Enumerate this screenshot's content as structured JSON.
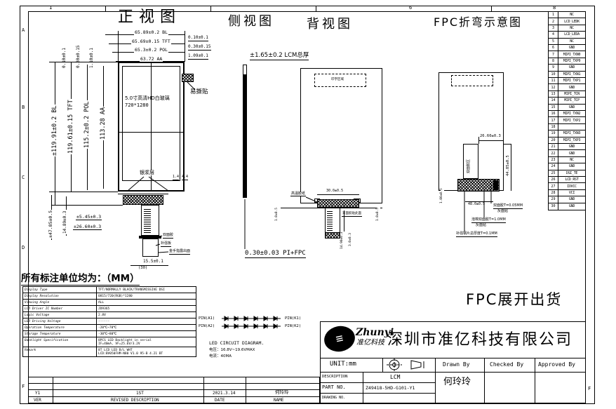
{
  "sheet": {
    "zones_top": [
      "1",
      "6",
      "8"
    ],
    "zones_left": [
      "A",
      "B",
      "C",
      "D",
      "F"
    ],
    "zone_right_f": "F"
  },
  "front": {
    "title": "正视图",
    "glass_label_1": "5.0寸高清HD白玻璃",
    "glass_label_2": "720*1280",
    "dim_top_1": "65.89±0.2 BL",
    "dim_top_2": "65.69±0.15 TFT",
    "dim_top_3": "65.3±0.2 POL",
    "dim_top_4": "63.72 AA",
    "dim_right_1": "0.10±0.1",
    "dim_right_2": "0.30±0.15",
    "dim_right_3": "1.09±0.1",
    "dim_left_small_1": "0.10±0.1",
    "dim_left_small_2": "0.30±0.15",
    "dim_left_small_3": "1.10±0.1",
    "dim_h_1": "±119.91±0.2 BL",
    "dim_h_2": "119.61±0.15 TFT",
    "dim_h_3": "115.2±0.2 POL",
    "dim_h_4": "113.28 AA",
    "label_peel": "易撕贴",
    "label_silver": "银浆层",
    "dim_tiny_1": "1.4",
    "dim_tiny_2": "4.4",
    "dim_bl_1": "±47.85±0.5",
    "dim_bl_2": "14.89±0.3",
    "dim_tail_1": "±5.45±0.3",
    "dim_tail_2": "±26.60±0.3",
    "dim_tail_w": "15.5±0.1",
    "dim_tail_total": "(30)",
    "tail_label_1": "双面胶",
    "tail_label_2": "补强板",
    "tail_label_3": "金手指露出面"
  },
  "side": {
    "title": "侧视图",
    "dim_thickness": "±1.65±0.2 LCM总厚",
    "note_pi_fpc": "0.30±0.03 PI+FPC"
  },
  "back": {
    "title": "背视图",
    "label_print_area": "印字区域",
    "label_tape": "高温胶纸",
    "label_tape_face": "双面胶贴此面",
    "dim_conn_w": "30.0±0.5",
    "dim_tail_l": "14.90±0.3",
    "dim_tail_s": "3.0±0.3",
    "dim_edge_l": "1.0±0.5",
    "dim_edge_r": "1.0±0.5"
  },
  "fpc": {
    "title": "FPC折弯示意图",
    "dim_top": "26.60±0.3",
    "dim_right": "44.85±0.5",
    "dim_left": "1.00±0.5",
    "dim_bottom": "48.0±0.5",
    "strip_label": "双面胶区",
    "note_1a": "双面胶T=0.05MM",
    "note_1b": "反面贴",
    "note_2a": "泡棉双面胶T=1.0MM",
    "note_2b": "反面贴",
    "note_3": "补强钢片总厚度T=0.1MM"
  },
  "pin_table": {
    "rows": [
      {
        "no": "1",
        "name": "NC"
      },
      {
        "no": "2",
        "name": "LCD_LEDK"
      },
      {
        "no": "3",
        "name": "NC"
      },
      {
        "no": "4",
        "name": "LCD_LEDA"
      },
      {
        "no": "5",
        "name": "NC"
      },
      {
        "no": "6",
        "name": "GND"
      },
      {
        "no": "7",
        "name": "MIPI_TXN0"
      },
      {
        "no": "8",
        "name": "MIPI_TXP0"
      },
      {
        "no": "9",
        "name": "GND"
      },
      {
        "no": "10",
        "name": "MIPI_TXN1"
      },
      {
        "no": "11",
        "name": "MIPI_TXP1"
      },
      {
        "no": "12",
        "name": "GND"
      },
      {
        "no": "13",
        "name": "MIPI_TCN"
      },
      {
        "no": "14",
        "name": "MIPI_TCP"
      },
      {
        "no": "15",
        "name": "GND"
      },
      {
        "no": "16",
        "name": "MIPI_TXN2"
      },
      {
        "no": "17",
        "name": "MIPI_TXP2"
      },
      {
        "no": "18",
        "name": ""
      },
      {
        "no": "19",
        "name": "MIPI_TXN3"
      },
      {
        "no": "20",
        "name": "MIPI_TXP3"
      },
      {
        "no": "21",
        "name": "GND"
      },
      {
        "no": "22",
        "name": "GND"
      },
      {
        "no": "23",
        "name": "NC"
      },
      {
        "no": "24",
        "name": "GND"
      },
      {
        "no": "25",
        "name": "DSI_TE"
      },
      {
        "no": "26",
        "name": "LCD_RST"
      },
      {
        "no": "27",
        "name": "IOVCC"
      },
      {
        "no": "28",
        "name": "VCI"
      },
      {
        "no": "29",
        "name": "GND"
      },
      {
        "no": "30",
        "name": "GND"
      }
    ]
  },
  "notes": {
    "units": "所有标注单位均为：（MM）",
    "shipping": "FPC展开出货"
  },
  "spec_table": {
    "rows": [
      {
        "label": "Display Type",
        "value": "TFT/NORMALLY BLACK/TRANSMISSIVE DSI",
        "value2": ""
      },
      {
        "label": "Display Resolution",
        "value": "0815/720(RGB)*1280",
        "value2": ""
      },
      {
        "label": "Viewing Angle",
        "value": "ALL",
        "value2": ""
      },
      {
        "label": "LCD Driver IC Number",
        "value": "JD9365",
        "value2": ""
      },
      {
        "label": "Logic Voltage",
        "value": "2.8V",
        "value2": ""
      },
      {
        "label": "LED Driving Voltage",
        "value": "------",
        "value2": ""
      },
      {
        "label": "Operation Temperature",
        "value": "-20℃~70℃",
        "value2": ""
      },
      {
        "label": "Storage Temperature",
        "value": "-30℃~80℃",
        "value2": ""
      },
      {
        "label": "Backlight Specification",
        "value": "8PCS LED Backlight in serial",
        "value2": "IF=40mA, VF=25.6V/3.2V"
      },
      {
        "label": "Remark",
        "value": "8T LCD LED B/L WHT",
        "value2": "LCD:BV050FHM-N80 V1.0 95-B 4.21 BT"
      }
    ]
  },
  "led_circuit": {
    "pin_a1": "PIN(A1)",
    "pin_k1": "PIN(K1)",
    "pin_a2": "PIN(A2)",
    "pin_k2": "PIN(K2)",
    "title": "LED CIRCUIT DIAGRAM.",
    "voltage": "电压：16.8V~19.6VMAX",
    "current": "电流：40MA"
  },
  "title_block": {
    "logo_name": "Zhunyi",
    "logo_sub": "准亿科技",
    "company": "深圳市准亿科技有限公司",
    "unit": "UNIT:mm",
    "drawn_by": "Drawn By",
    "checked_by": "Checked By",
    "approved_by": "Approved By",
    "description_label": "DESCRIPTION",
    "description_value": "LCM",
    "part_no_label": "PART NO.",
    "part_no_value": "Z49418-5HD-G101-Y1",
    "drawing_no_label": "DRAWING NO.",
    "drawn_name": "何玲玲"
  },
  "revision": {
    "ver": "Y1",
    "desc": "1ST",
    "date": "2021.3.14",
    "name": "何玲玲",
    "h_ver": "VER",
    "h_desc": "REVISED DESCRIPTION",
    "h_date": "DATE",
    "h_name": "NAME"
  }
}
